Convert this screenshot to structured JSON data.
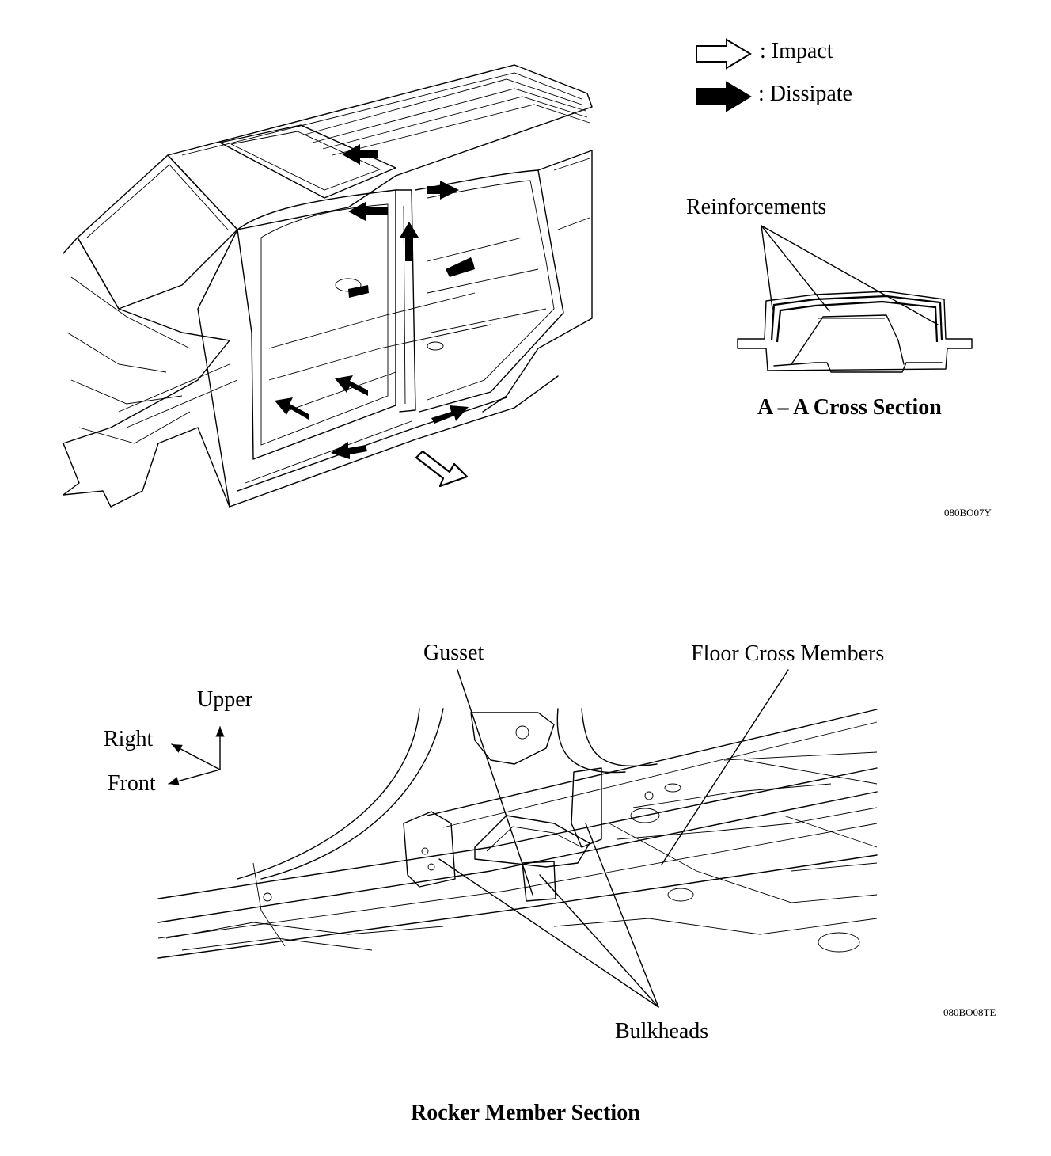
{
  "legend": {
    "impact_label": ": Impact",
    "dissipate_label": ": Dissipate",
    "impact_icon": "hollow-arrow-icon",
    "dissipate_icon": "solid-arrow-icon"
  },
  "top_figure": {
    "reinforcements_label": "Reinforcements",
    "cross_section_title": "A – A Cross Section",
    "figure_code": "080BO07Y"
  },
  "bottom_figure": {
    "gusset_label": "Gusset",
    "floor_cross_members_label": "Floor Cross Members",
    "bulkheads_label": "Bulkheads",
    "figure_code": "080BO08TE",
    "orientation": {
      "upper": "Upper",
      "right": "Right",
      "front": "Front"
    }
  },
  "caption": "Rocker Member Section"
}
